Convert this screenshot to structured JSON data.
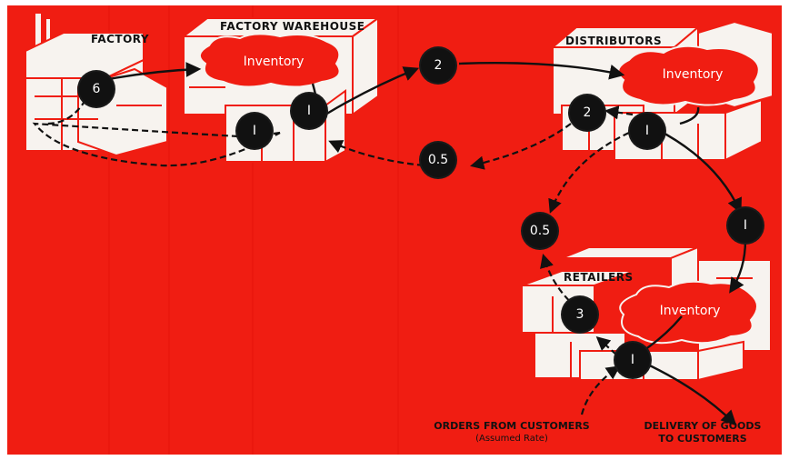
{
  "colors": {
    "background": "#f01d12",
    "building": "#f7f3ef",
    "ink": "#111111",
    "node": "#111111"
  },
  "sites": {
    "factory": {
      "label": "FACTORY"
    },
    "warehouse": {
      "label": "FACTORY WAREHOUSE",
      "inventory_label": "Inventory"
    },
    "distributors": {
      "label": "DISTRIBUTORS",
      "inventory_label": "Inventory"
    },
    "retailers": {
      "label": "RETAILERS",
      "inventory_label": "Inventory"
    }
  },
  "nodes": {
    "factory_order": "6",
    "warehouse_ship": "I",
    "warehouse_order": "I",
    "to_distributor": "2",
    "distributor_order": "2",
    "distributor_ship": "I",
    "delay_warehouse": "0.5",
    "to_retailer": "I",
    "delay_distributor": "0.5",
    "retailer_order": "3",
    "retailer_ship": "I"
  },
  "captions": {
    "orders_title": "ORDERS FROM CUSTOMERS",
    "orders_sub": "(Assumed Rate)",
    "delivery_line1": "DELIVERY OF GOODS",
    "delivery_line2": "TO CUSTOMERS"
  }
}
